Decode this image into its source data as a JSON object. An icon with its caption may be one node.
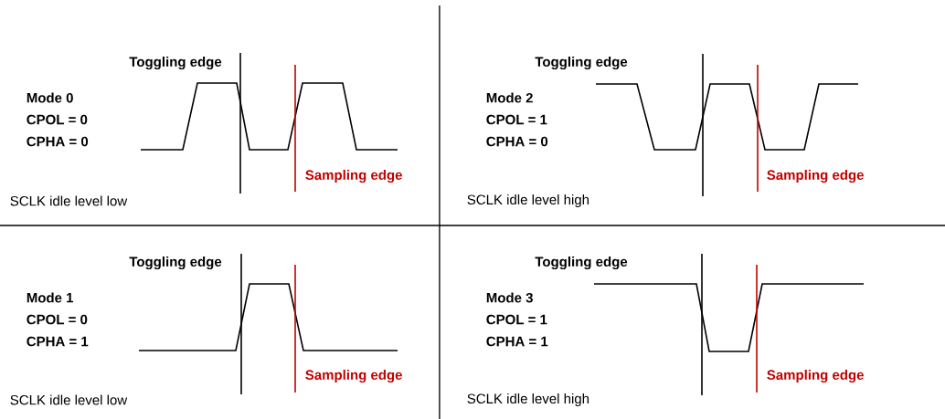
{
  "diagram": {
    "labels": [
      "Toggling edge",
      "Mode 0",
      "CPOL = 0",
      "CPHA = 0",
      "Sampling edge",
      "SCLK idle level low",
      "Toggling edge",
      "Mode 2",
      "CPOL = 1",
      "CPHA = 0",
      "Sampling edge",
      "SCLK idle level high",
      "Toggling edge",
      "Mode 1",
      "CPOL = 0",
      "CPHA = 1",
      "Sampling edge",
      "SCLK idle level low",
      "Toggling edge",
      "Mode 3",
      "CPOL = 1",
      "CPHA = 1",
      "Sampling edge",
      "SCLK idle level high"
    ]
  }
}
